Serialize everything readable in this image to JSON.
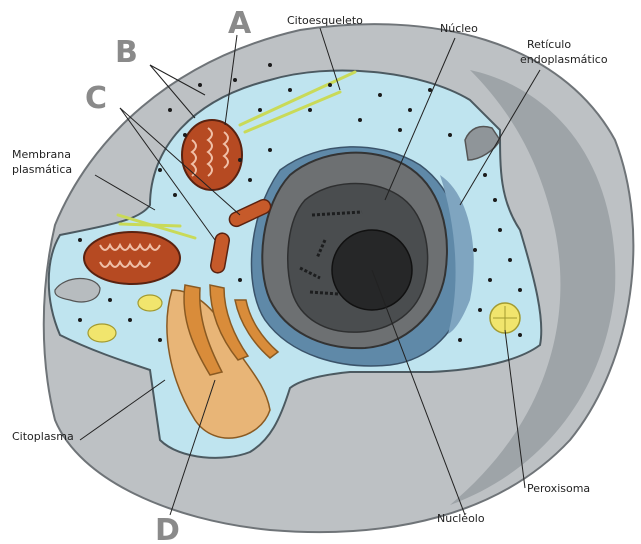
{
  "labels": {
    "citoesqueleto": "Citoesqueleto",
    "nucleo": "Núcleo",
    "reticulo_line1": "Retículo",
    "reticulo_line2": "endoplasmático",
    "membrana_line1": "Membrana",
    "membrana_line2": "plasmática",
    "citoplasma": "Citoplasma",
    "peroxisoma": "Peroxisoma",
    "nucleolo": "Nucléolo"
  },
  "markers": {
    "a": "A",
    "b": "B",
    "c": "C",
    "d": "D"
  },
  "colors": {
    "outer_shell": "#bdc1c4",
    "outer_shell_dark": "#8f9599",
    "cytoplasm": "#bfe4ef",
    "er": "#5f89a8",
    "nucleus_envelope": "#6d7072",
    "nucleus_inner": "#4a4d4f",
    "nucleolus": "#262728",
    "mitochondria": "#b64a22",
    "golgi": "#e0a255",
    "peroxisome": "#f1e56d",
    "cytoskeleton": "#c9da58"
  }
}
